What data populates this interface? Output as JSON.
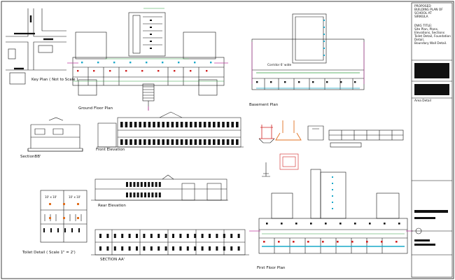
{
  "title_block": {
    "project_lines": [
      "PROPOSED",
      "BUILDING PLAN OF",
      "SCHOOL AT",
      "SIRIKULA"
    ],
    "dwg_title_label": "DWG TITLE:",
    "dwg_title_lines": [
      "Site Plan, Plans,",
      "Elevations, Sections",
      "Toilet Detail, Foundation Detail,",
      "Boundary Wall Detail."
    ],
    "area_label": "Area Detail"
  },
  "views": {
    "key_plan": "Key Plan  ( Not to Scale )",
    "ground_floor_plan": "Ground Floor Plan",
    "basement_plan": "Basement Plan",
    "corridor_label": "Corridor 6' wide",
    "section_bb": "SectionBB'",
    "front_elevation": "Front Elevation",
    "rear_elevation": "Rear Elevation",
    "toilet_detail": "Toilet Detail ( Scale 1\" = 2')",
    "toilet_dim_1": "10' x 10'",
    "toilet_dim_2": "10' x 10'",
    "section_aa": "SECTION AA'",
    "first_floor_plan": "First Floor Plan"
  },
  "colors": {
    "line": "#111111",
    "green_dim": "#2e9e3e",
    "magenta": "#c03aa0",
    "cyan": "#19a8c9",
    "orange": "#e07020",
    "red": "#d02020"
  }
}
